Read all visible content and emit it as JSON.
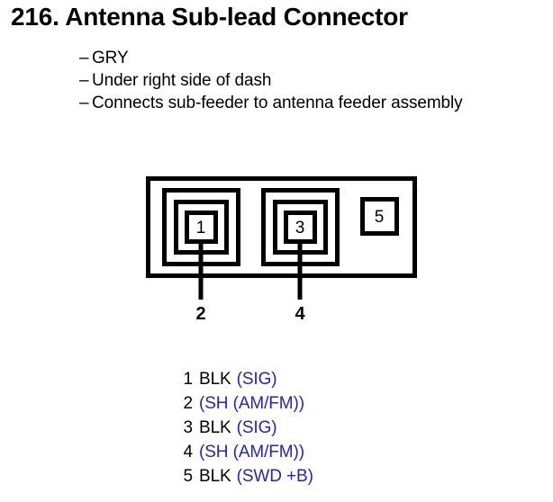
{
  "header": {
    "title": "216.  Antenna Sub-lead Connector",
    "description": [
      "GRY",
      "Under right side of dash",
      "Connects sub-feeder to antenna feeder assembly"
    ],
    "bullet": "–"
  },
  "diagram": {
    "name": "antenna-sub-lead-connector",
    "pin_labels_inside": [
      "1",
      "3",
      "5"
    ],
    "pin_labels_below": [
      "2",
      "4"
    ],
    "stroke_color": "#000000",
    "fill_color": "#ffffff"
  },
  "pin_list": [
    {
      "number": "1",
      "color": "BLK",
      "signal": "(SIG)"
    },
    {
      "number": "2",
      "color": "",
      "signal": "(SH (AM/FM))"
    },
    {
      "number": "3",
      "color": "BLK",
      "signal": "(SIG)"
    },
    {
      "number": "4",
      "color": "",
      "signal": "(SH (AM/FM))"
    },
    {
      "number": "5",
      "color": "BLK",
      "signal": "(SWD +B)"
    }
  ],
  "colors": {
    "signal_blue": "#2222cc",
    "text_black": "#000000",
    "background": "#ffffff"
  }
}
